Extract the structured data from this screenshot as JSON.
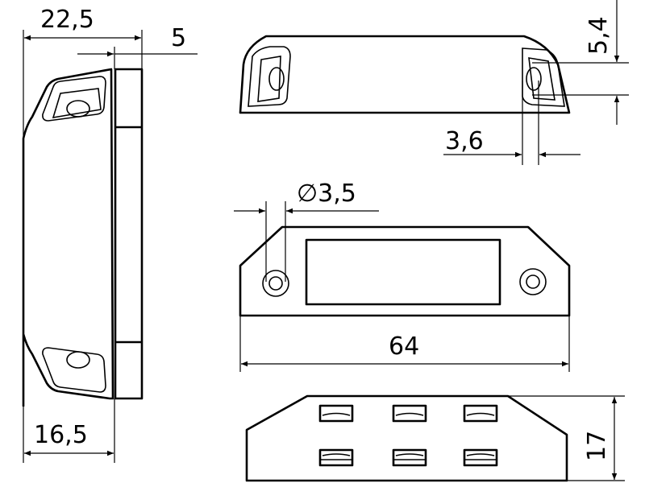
{
  "drawing": {
    "dimensions": {
      "side_width": "22,5",
      "plate_thickness": "5",
      "base_width": "16,5",
      "slot_height": "5,4",
      "slot_width": "3,6",
      "hole_diameter": "∅3,5",
      "length": "64",
      "height": "17"
    },
    "line_color": "#000000",
    "background": "#ffffff"
  }
}
